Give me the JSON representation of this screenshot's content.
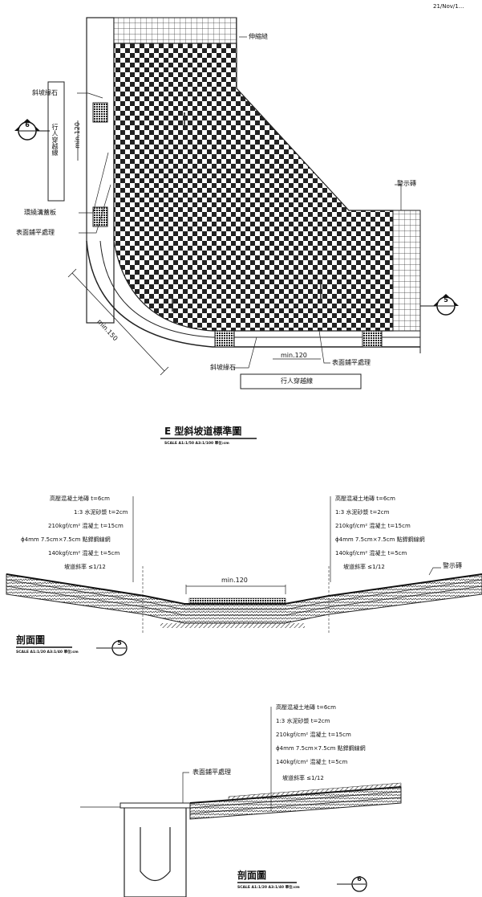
{
  "corner_ref": "21/Nov/1...",
  "plan": {
    "labels": {
      "expansion_joint": "伸縮縫",
      "slope_curb_left": "斜坡緣石",
      "slope_curb_bottom": "斜坡緣石",
      "pedestrian_crossing_left": "行人穿越線",
      "pedestrian_crossing_bottom": "行人穿越線",
      "curb_adjust": "環繞溝蓋板",
      "surface_flush_left": "表面鋪平處理",
      "surface_flush_bottom": "表面鋪平處理",
      "warning_tile": "警示磚",
      "dim_min120_left": "min.120",
      "dim_min120_bottom": "min.120",
      "dim_min150": "min.150"
    },
    "section_marks": {
      "left": "6",
      "right": "5"
    },
    "title": "E 型斜坡道標準圖",
    "scale": "SCALE A1:1/50 A3:1/100 單位:cm"
  },
  "section5": {
    "left_callouts": [
      "高壓混凝土地磚 t=6cm",
      "1:3 水泥砂漿 t=2cm",
      "210kgf/cm² 混凝土 t=15cm",
      "ϕ4mm 7.5cm×7.5cm 點銲鋼線網",
      "140kgf/cm² 混凝土 t=5cm"
    ],
    "right_callouts": [
      "高壓混凝土地磚 t=6cm",
      "1:3 水泥砂漿 t=2cm",
      "210kgf/cm² 混凝土 t=15cm",
      "ϕ4mm 7.5cm×7.5cm 點銲鋼線網",
      "140kgf/cm² 混凝土 t=5cm"
    ],
    "slope_left": "坡道斜率 ≤1/12",
    "slope_right": "坡道斜率 ≤1/12",
    "warning_tile": "警示磚",
    "dim": "min.120",
    "title": "剖面圖",
    "scale": "SCALE A1:1/20 A3:1/40 單位:cm",
    "mark": "5"
  },
  "section6": {
    "callouts": [
      "高壓混凝土地磚 t=6cm",
      "1:3 水泥砂漿 t=2cm",
      "210kgf/cm² 混凝土 t=15cm",
      "ϕ4mm 7.5cm×7.5cm 點銲鋼線網",
      "140kgf/cm² 混凝土 t=5cm"
    ],
    "slope": "坡道斜率 ≤1/12",
    "surface_flush": "表面鋪平處理",
    "title": "剖面圖",
    "scale": "SCALE A1:1/20 A3:1/40 單位:cm",
    "mark": "6"
  }
}
